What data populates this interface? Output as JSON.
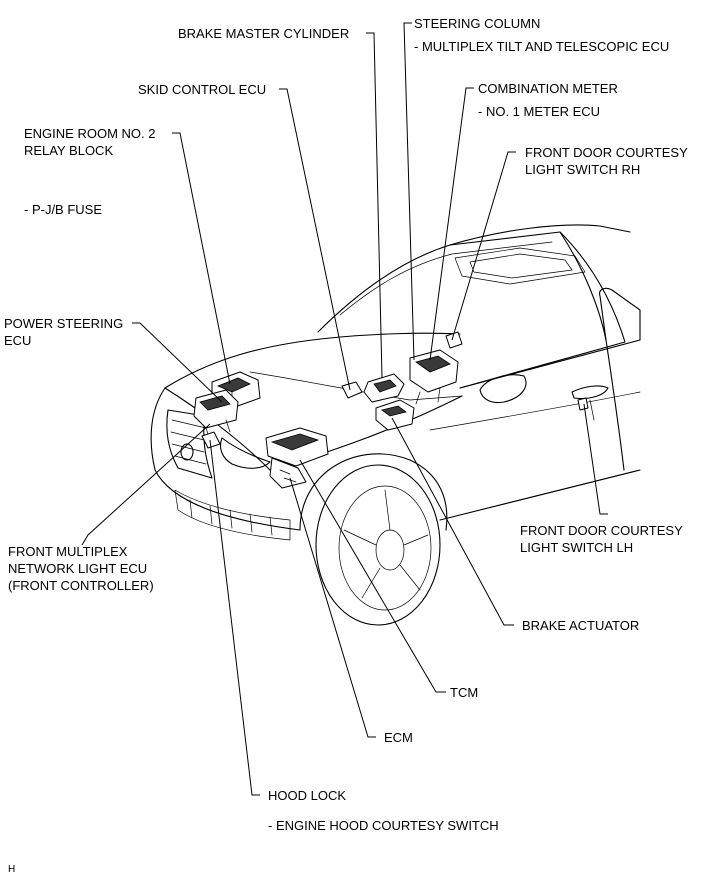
{
  "labels": {
    "brake_master_cylinder": "BRAKE MASTER CYLINDER",
    "steering_column": "STEERING COLUMN",
    "steering_column_sub": "- MULTIPLEX TILT AND TELESCOPIC ECU",
    "skid_control_ecu": "SKID CONTROL ECU",
    "combination_meter": "COMBINATION METER",
    "combination_meter_sub": "- NO. 1 METER ECU",
    "engine_room_relay_line1": "ENGINE ROOM NO. 2",
    "engine_room_relay_line2": "RELAY BLOCK",
    "engine_room_relay_sub": "- P-J/B FUSE",
    "front_door_rh_line1": "FRONT DOOR COURTESY",
    "front_door_rh_line2": "LIGHT SWITCH RH",
    "power_steering_line1": "POWER STEERING",
    "power_steering_line2": "ECU",
    "front_door_lh_line1": "FRONT DOOR COURTESY",
    "front_door_lh_line2": "LIGHT SWITCH LH",
    "front_multiplex_line1": "FRONT MULTIPLEX",
    "front_multiplex_line2": "NETWORK LIGHT ECU",
    "front_multiplex_line3": "(FRONT CONTROLLER)",
    "brake_actuator": "BRAKE ACTUATOR",
    "tcm": "TCM",
    "ecm": "ECM",
    "hood_lock": "HOOD LOCK",
    "hood_lock_sub": "- ENGINE HOOD COURTESY SWITCH",
    "corner_mark": "H"
  }
}
